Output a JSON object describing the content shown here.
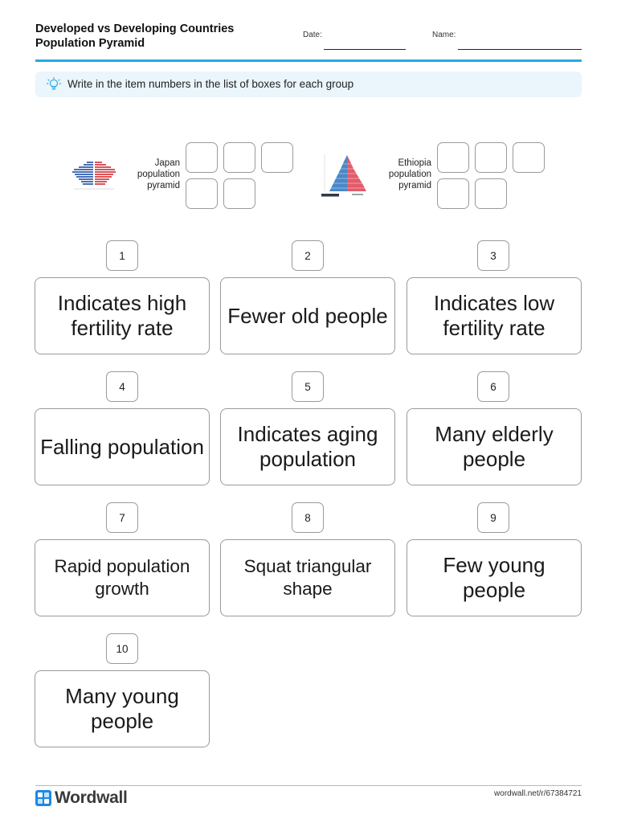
{
  "header": {
    "title_line1": "Developed vs Developing Countries",
    "title_line2": "Population Pyramid",
    "date_label": "Date:",
    "name_label": "Name:"
  },
  "instruction": {
    "icon": "lightbulb-icon",
    "text": "Write in the item numbers in the list of boxes for each group"
  },
  "groups": [
    {
      "label_lines": [
        "Japan",
        "population",
        "pyramid"
      ],
      "image": "japan-pyramid-thumbnail",
      "slots": 5
    },
    {
      "label_lines": [
        "Ethiopia",
        "population",
        "pyramid"
      ],
      "image": "ethiopia-pyramid-thumbnail",
      "slots": 5
    }
  ],
  "items": [
    {
      "number": "1",
      "text": "Indicates high fertility rate"
    },
    {
      "number": "2",
      "text": "Fewer old people"
    },
    {
      "number": "3",
      "text": "Indicates low fertility rate"
    },
    {
      "number": "4",
      "text": "Falling population"
    },
    {
      "number": "5",
      "text": "Indicates aging population"
    },
    {
      "number": "6",
      "text": "Many elderly people"
    },
    {
      "number": "7",
      "text": "Rapid population growth"
    },
    {
      "number": "8",
      "text": "Squat triangular shape"
    },
    {
      "number": "9",
      "text": "Few young people"
    },
    {
      "number": "10",
      "text": "Many young people"
    }
  ],
  "footer": {
    "brand": "Wordwall",
    "brand_icon": "wordwall-logo-icon",
    "url": "wordwall.net/r/67384721"
  },
  "colors": {
    "accent_rule": "#28a9e2",
    "instruction_bg": "#eaf5fc",
    "logo_blue": "#1e88e5"
  }
}
